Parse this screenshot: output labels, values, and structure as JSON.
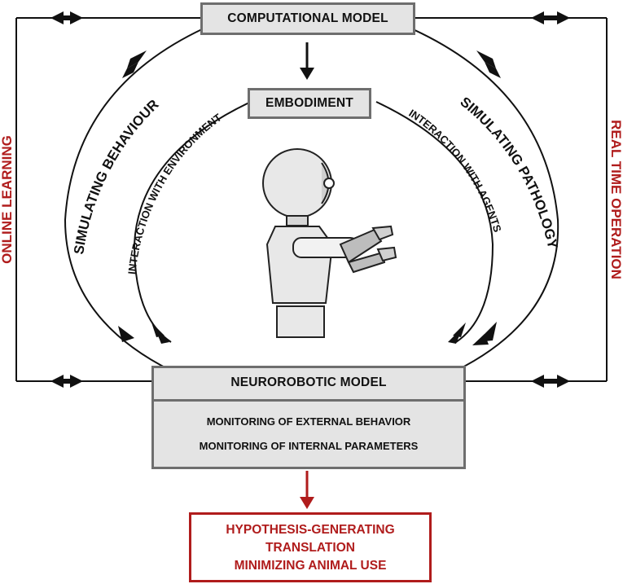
{
  "computational_model": {
    "title": "COMPUTATIONAL MODEL"
  },
  "embodiment": {
    "title": "EMBODIMENT"
  },
  "neurorobotic_model": {
    "title": "NEUROROBOTIC MODEL",
    "lines": [
      "MONITORING OF EXTERNAL BEHAVIOR",
      "MONITORING OF INTERNAL PARAMETERS"
    ]
  },
  "outcomes": {
    "lines": [
      "HYPOTHESIS-GENERATING",
      "TRANSLATION",
      "MINIMIZING ANIMAL USE"
    ]
  },
  "side_labels": {
    "left": "ONLINE LEARNING",
    "right": "REAL TIME OPERATION"
  },
  "arc_labels": {
    "simulating_behaviour": "SIMULATING BEHAVIOUR",
    "simulating_pathology": "SIMULATING PATHOLOGY",
    "interaction_environment": "INTERACTION WITH ENVIRONMENT",
    "interaction_agents": "INTERACTION WITH AGENTS"
  },
  "colors": {
    "accent_red": "#b01c1c",
    "box_fill": "#e4e4e4",
    "box_border": "#6e6e6e",
    "line": "#111111"
  }
}
